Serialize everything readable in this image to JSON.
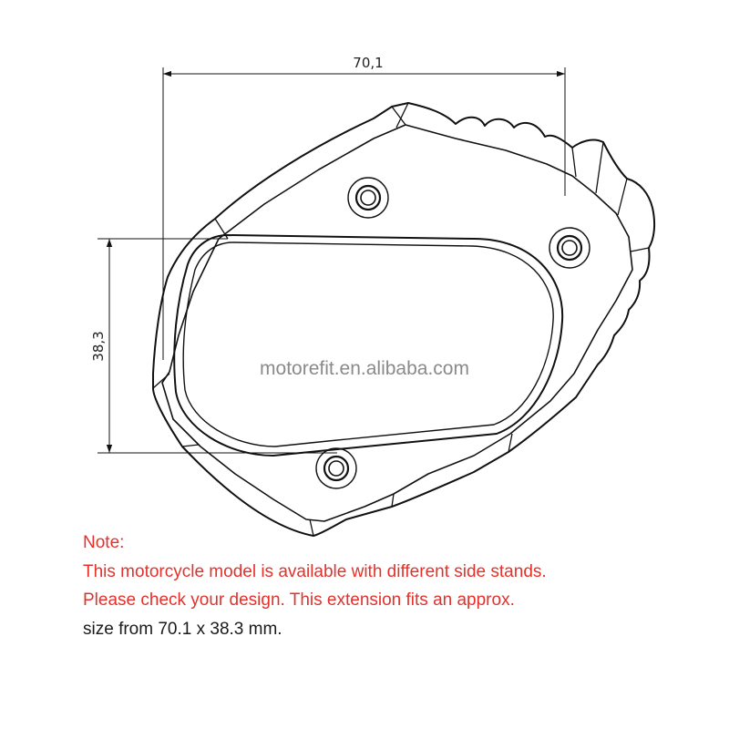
{
  "diagram": {
    "width_label": "70,1",
    "height_label": "38,3",
    "watermark": "motorefit.en.alibaba.com"
  },
  "note": {
    "heading": "Note:",
    "lines": [
      "This motorcycle model is available with different side stands.",
      "Please check your design. This extension fits an approx.",
      "size from 70.1 x 38.3 mm."
    ]
  },
  "colors": {
    "note_heading": "#e4312b",
    "note_body_red": "#e4312b",
    "note_body_black": "#1a1a1a",
    "line": "#111111",
    "watermark": "#8a8a8a"
  }
}
